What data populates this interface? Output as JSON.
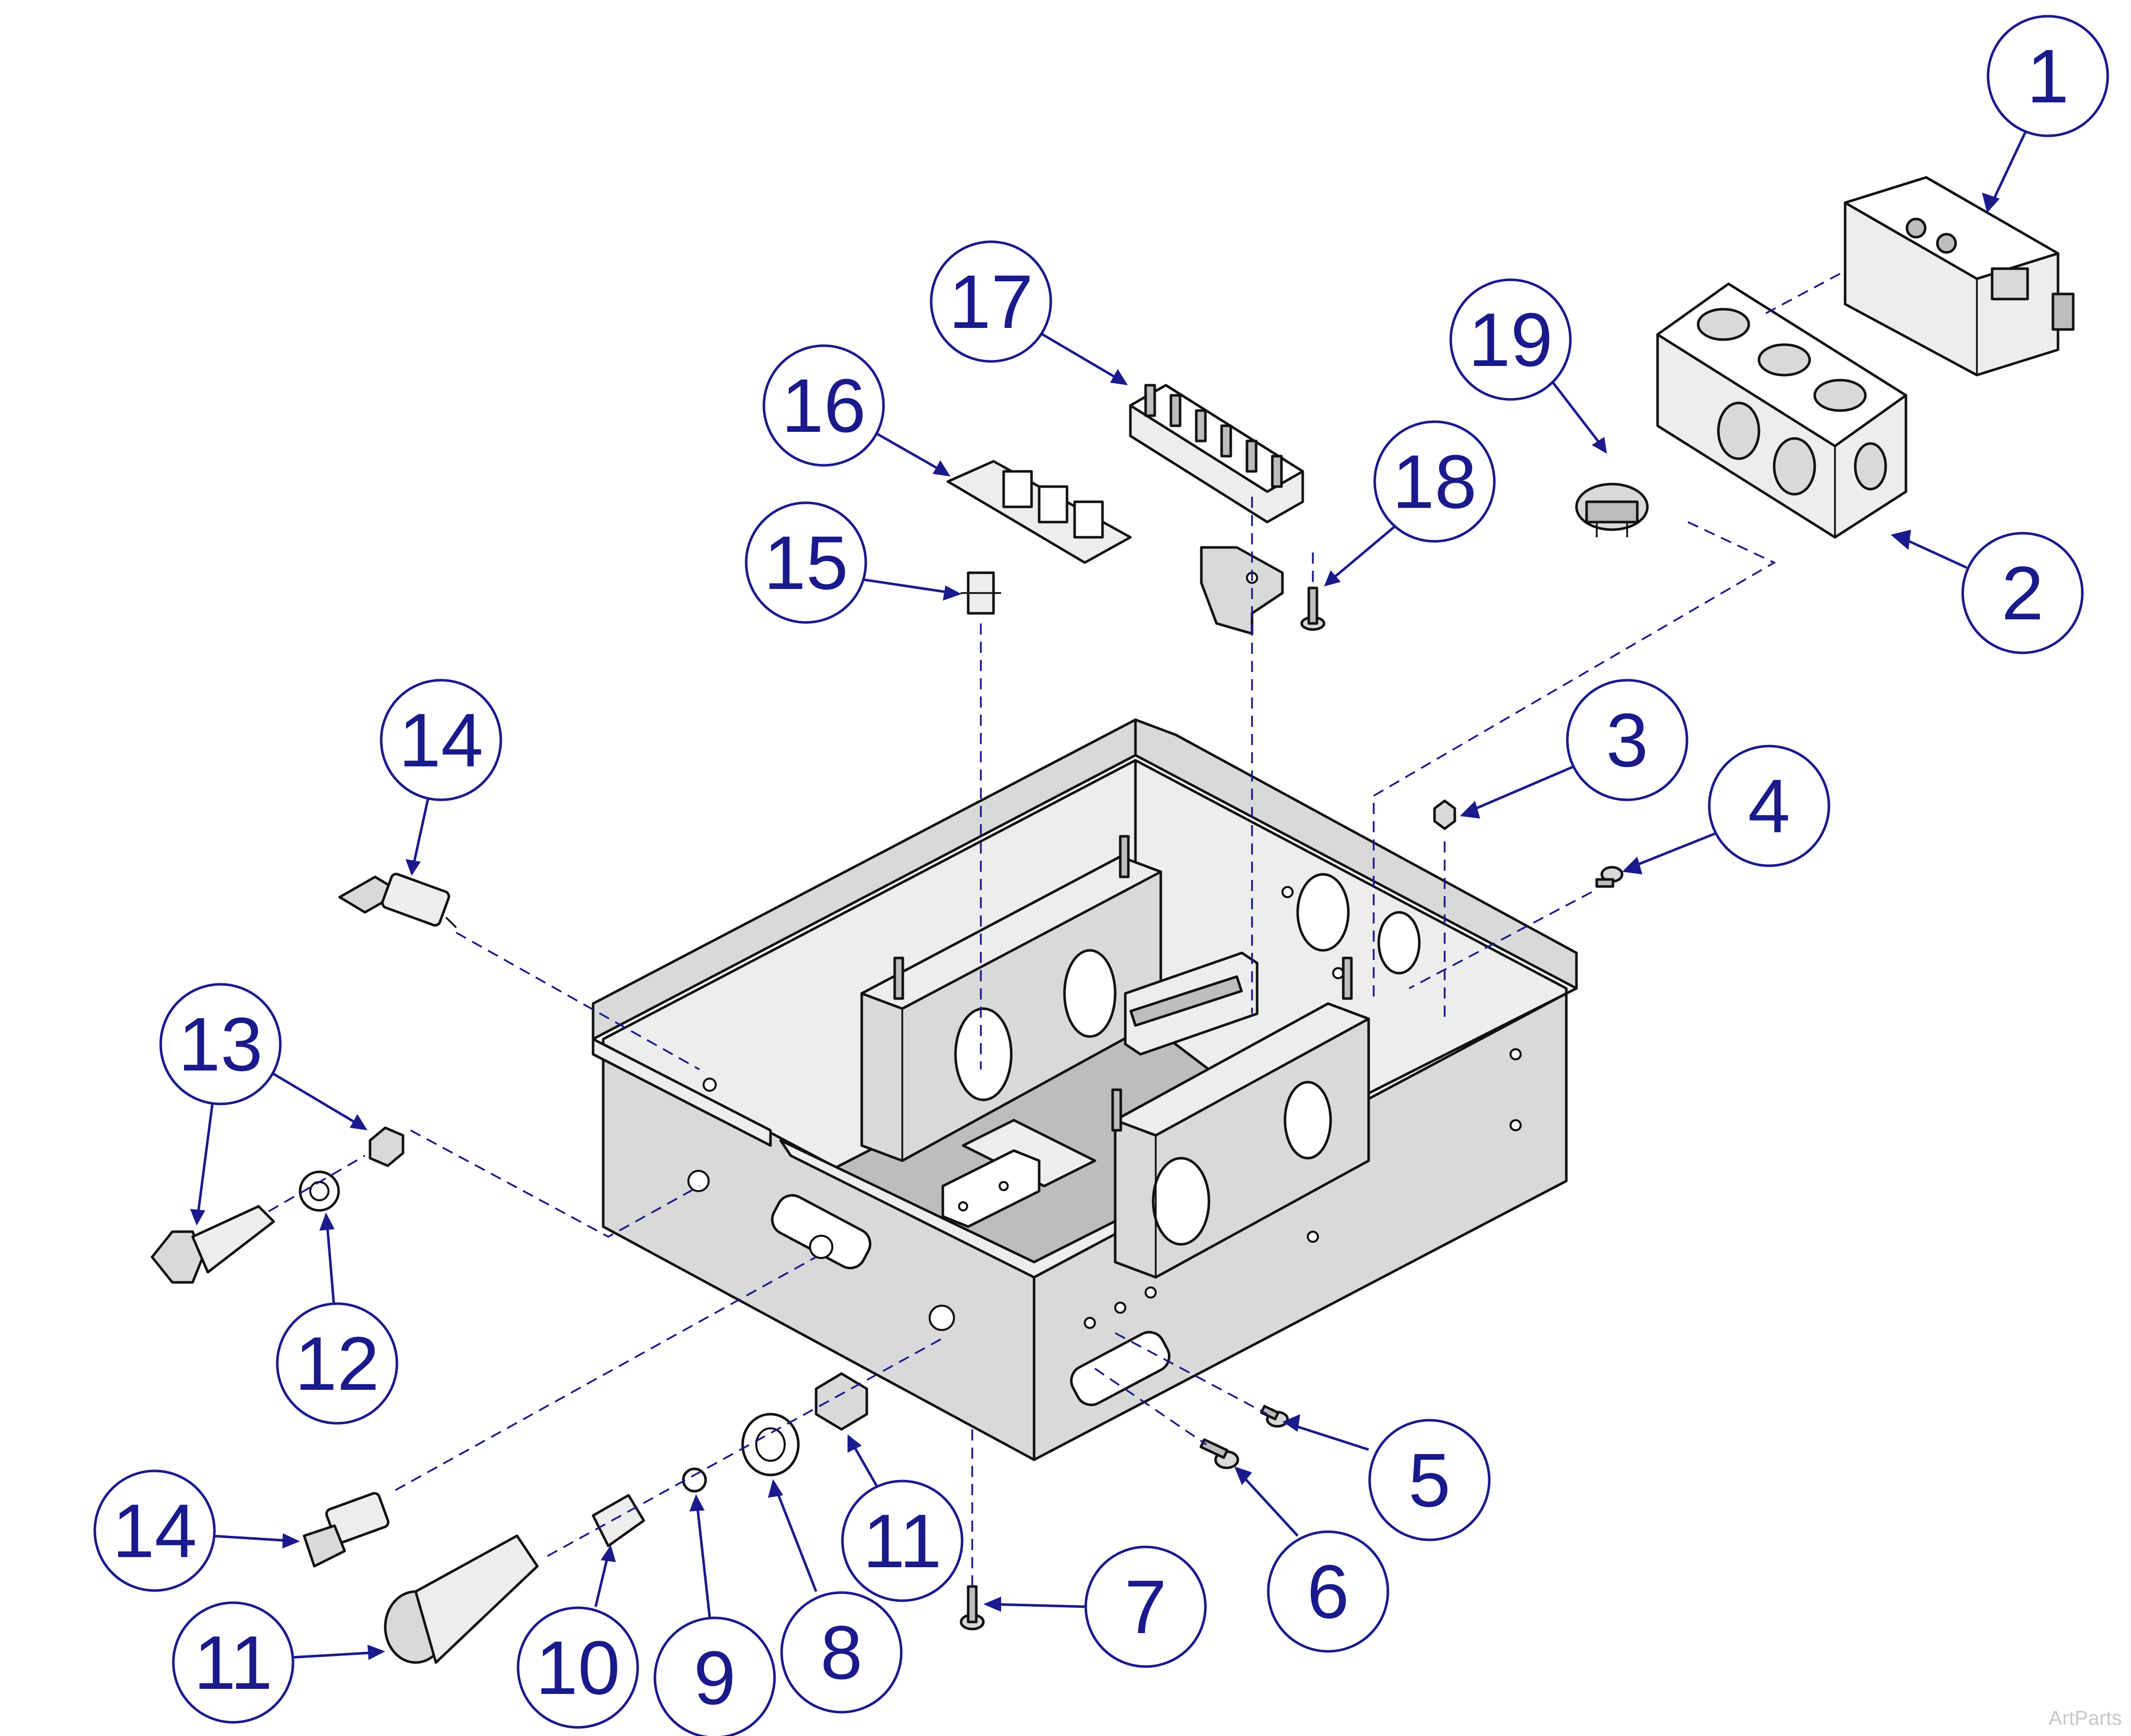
{
  "diagram": {
    "title": "",
    "line_color": "#1a1a8c",
    "part_fill": "#d9d9d9",
    "callouts": [
      {
        "id": "c1",
        "label": "1"
      },
      {
        "id": "c2",
        "label": "2"
      },
      {
        "id": "c3",
        "label": "3"
      },
      {
        "id": "c4",
        "label": "4"
      },
      {
        "id": "c5",
        "label": "5"
      },
      {
        "id": "c6",
        "label": "6"
      },
      {
        "id": "c7",
        "label": "7"
      },
      {
        "id": "c8",
        "label": "8"
      },
      {
        "id": "c9",
        "label": "9"
      },
      {
        "id": "c10",
        "label": "10"
      },
      {
        "id": "c11a",
        "label": "11"
      },
      {
        "id": "c11b",
        "label": "11"
      },
      {
        "id": "c12",
        "label": "12"
      },
      {
        "id": "c13",
        "label": "13"
      },
      {
        "id": "c14a",
        "label": "14"
      },
      {
        "id": "c14b",
        "label": "14"
      },
      {
        "id": "c15",
        "label": "15"
      },
      {
        "id": "c16",
        "label": "16"
      },
      {
        "id": "c17",
        "label": "17"
      },
      {
        "id": "c18",
        "label": "18"
      },
      {
        "id": "c19",
        "label": "19"
      }
    ]
  },
  "watermark": "ArtParts"
}
